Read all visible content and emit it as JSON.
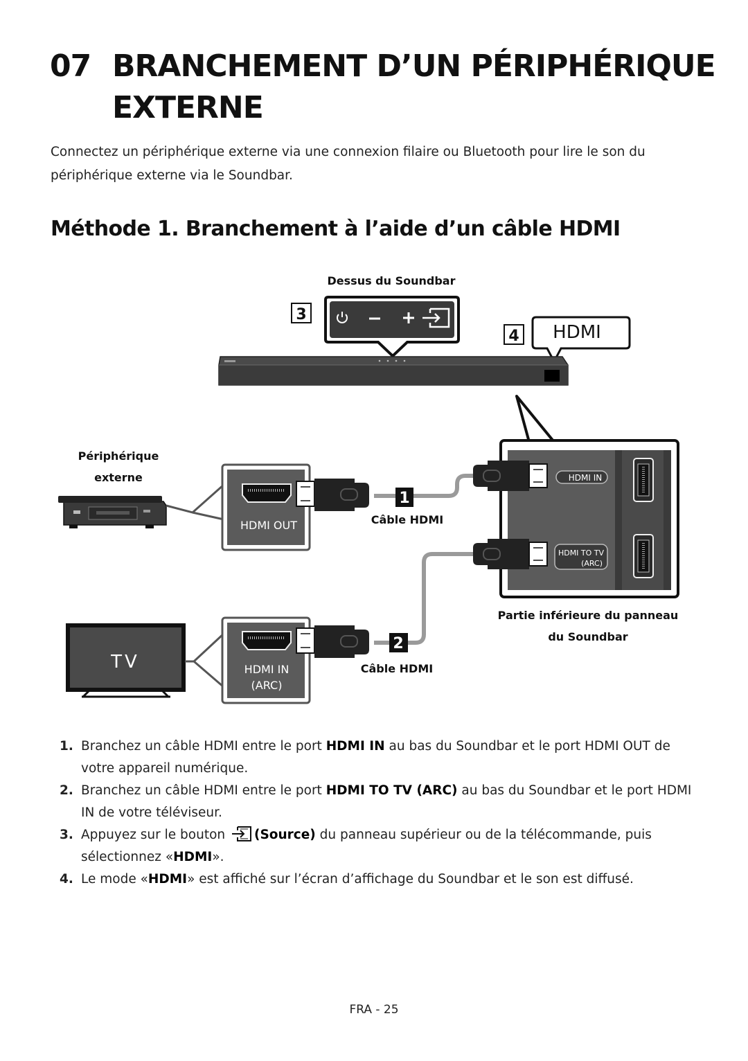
{
  "page": {
    "chapter_number": "07",
    "chapter_title": "BRANCHEMENT D’UN PÉRIPHÉRIQUE EXTERNE",
    "intro": "Connectez un périphérique externe via une connexion filaire ou Bluetooth pour lire le son du périphérique externe via le Soundbar.",
    "section_title": "Méthode 1. Branchement à l’aide d’un câble HDMI",
    "page_number": "FRA - 25"
  },
  "diagram": {
    "top_label": "Dessus du Soundbar",
    "marker_3": "3",
    "marker_4": "4",
    "display_text": "HDMI",
    "device_label_line1": "Périphérique",
    "device_label_line2": "externe",
    "port_out": "HDMI OUT",
    "port_tv_line1": "HDMI IN",
    "port_tv_line2": "(ARC)",
    "tv_text": "TV",
    "marker_1": "1",
    "marker_2": "2",
    "cable_label_1": "Câble HDMI",
    "cable_label_2": "Câble HDMI",
    "panel_port_in": "HDMI IN",
    "panel_port_tv_line1": "HDMI TO TV",
    "panel_port_tv_line2": "(ARC)",
    "panel_label_line1": "Partie inférieure du panneau",
    "panel_label_line2": "du Soundbar",
    "icons": [
      "power-icon",
      "minus-icon",
      "plus-icon",
      "source-icon"
    ]
  },
  "steps": [
    {
      "num": "1.",
      "a": "Branchez un câble HDMI entre le port ",
      "b": "HDMI IN",
      "c": " au bas du Soundbar et le port HDMI OUT de votre appareil numérique."
    },
    {
      "num": "2.",
      "a": "Branchez un câble HDMI entre le port ",
      "b": "HDMI TO TV (ARC)",
      "c": " au bas du Soundbar et le port HDMI IN de votre téléviseur."
    },
    {
      "num": "3.",
      "a": "Appuyez sur le bouton ",
      "b": "(Source)",
      "c": " du panneau supérieur ou de la télécommande, puis sélectionnez «",
      "d": "HDMI",
      "e": "»."
    },
    {
      "num": "4.",
      "a": "Le mode «",
      "b": "HDMI",
      "c": "» est affiché sur l’écran d’affichage du Soundbar et le son est diffusé."
    }
  ]
}
